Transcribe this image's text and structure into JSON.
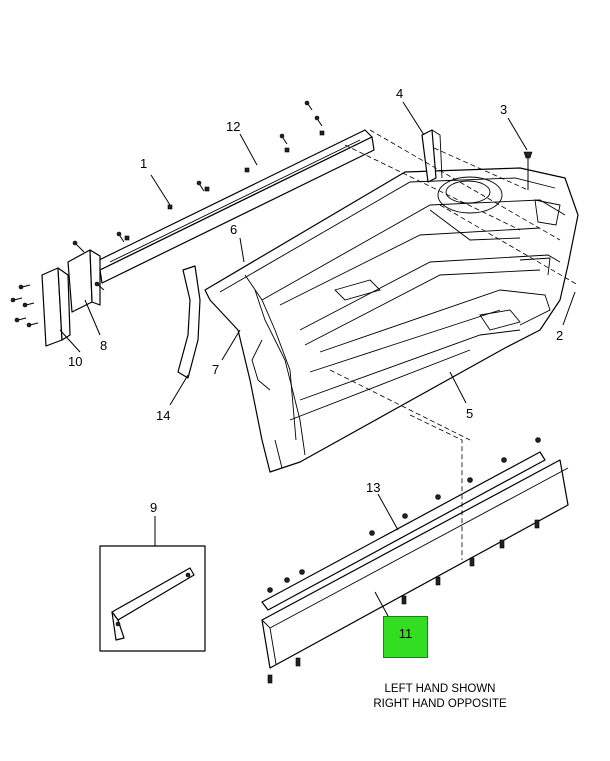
{
  "diagram": {
    "callouts": [
      "1",
      "2",
      "3",
      "4",
      "5",
      "6",
      "7",
      "8",
      "9",
      "10",
      "12",
      "13",
      "14"
    ],
    "highlighted_callout": "11",
    "highlight_color": "#33dd22",
    "note_line1": "LEFT HAND SHOWN",
    "note_line2": "RIGHT HAND OPPOSITE"
  }
}
